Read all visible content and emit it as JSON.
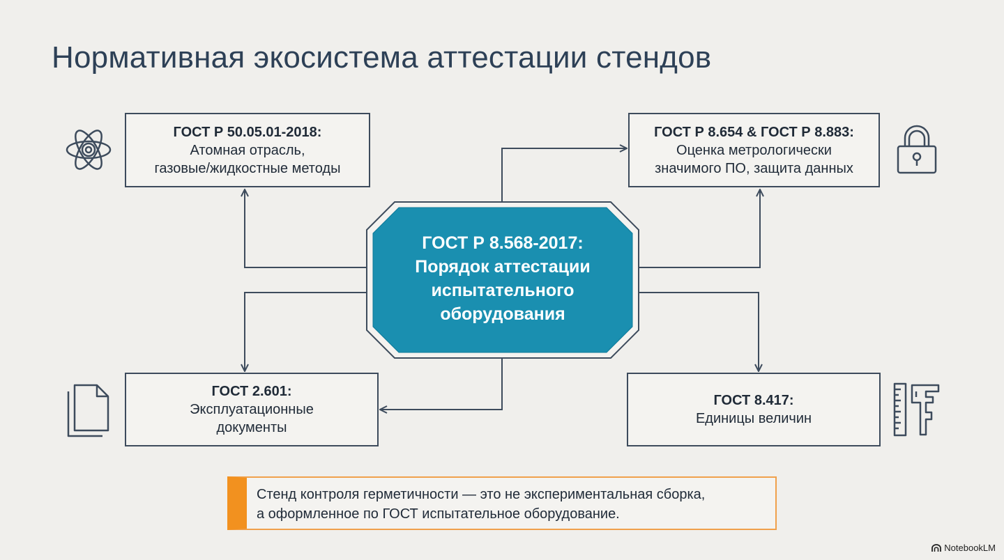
{
  "title": "Нормативная экосистема аттестации стендов",
  "center": {
    "line1": "ГОСТ Р 8.568-2017:",
    "line2": "Порядок аттестации",
    "line3": "испытательного",
    "line4": "оборудования"
  },
  "nodes": {
    "top_left": {
      "code": "ГОСТ Р 50.05.01-2018:",
      "line1": "Атомная отрасль,",
      "line2": "газовые/жидкостные методы",
      "icon": "atom-icon"
    },
    "top_right": {
      "code": "ГОСТ Р 8.654 & ГОСТ Р 8.883:",
      "line1": "Оценка метрологически",
      "line2": "значимого ПО, защита данных",
      "icon": "padlock-icon"
    },
    "bottom_left": {
      "code": "ГОСТ 2.601:",
      "line1": "Эксплуатационные",
      "line2": "документы",
      "icon": "documents-icon"
    },
    "bottom_right": {
      "code": "ГОСТ 8.417:",
      "line1": "Единицы величин",
      "icon": "ruler-caliper-icon"
    }
  },
  "callout": {
    "line1": "Стенд контроля герметичности — это не экспериментальная сборка,",
    "line2": "а оформленное по ГОСТ испытательное оборудование."
  },
  "watermark": {
    "label": "NotebookLM"
  },
  "colors": {
    "center_fill": "#1a8fb0",
    "center_border": "#3d4b5c",
    "callout_accent": "#f2911f",
    "line": "#3d4b5c",
    "background": "#f0efec"
  }
}
